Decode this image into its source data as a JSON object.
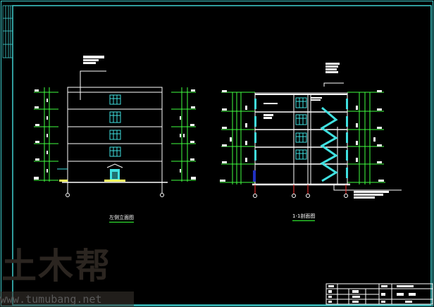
{
  "drawing": {
    "left_view_title": "左侧立面图",
    "right_view_title": "1-1剖面图"
  },
  "watermark": {
    "logo_text": "土木帮",
    "url": "www.tumubang.net"
  },
  "colors": {
    "background": "#000000",
    "frame": "#40d0d0",
    "building": "#ffffff",
    "windows": "#40e0e0",
    "dimensions": "#40ff40",
    "axis": "#ff3030"
  }
}
